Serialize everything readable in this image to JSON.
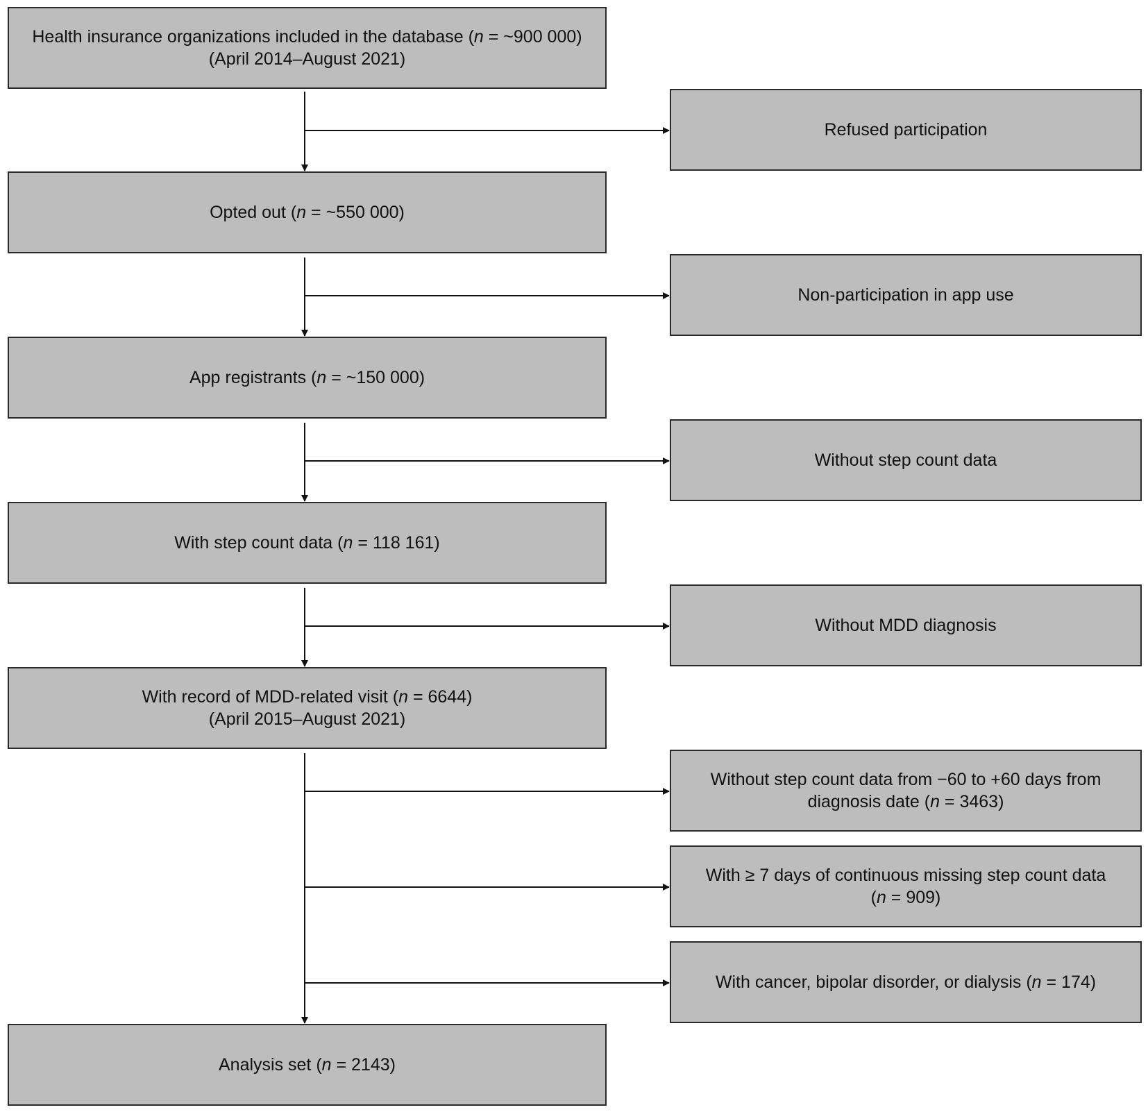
{
  "colors": {
    "box_fill": "#bdbdbd",
    "box_border": "#2a2a2a",
    "line": "#111111",
    "text": "#111111"
  },
  "main_boxes": [
    {
      "id": "included",
      "lines": [
        [
          "Health insurance organizations included in the database (",
          {
            "i": "n"
          },
          " = ~900 000)"
        ],
        [
          "(April 2014–August 2021)"
        ]
      ]
    },
    {
      "id": "opted-out",
      "lines": [
        [
          "Opted out (",
          {
            "i": "n"
          },
          " = ~550 000)"
        ]
      ]
    },
    {
      "id": "registrants",
      "lines": [
        [
          "App registrants (",
          {
            "i": "n"
          },
          " = ~150 000)"
        ]
      ]
    },
    {
      "id": "with-steps",
      "lines": [
        [
          "With step count data (",
          {
            "i": "n"
          },
          " = 118 161)"
        ]
      ]
    },
    {
      "id": "mdd-visit",
      "lines": [
        [
          "With record of MDD-related visit (",
          {
            "i": "n"
          },
          " = 6644)"
        ],
        [
          "(April 2015–August 2021)"
        ]
      ]
    },
    {
      "id": "analysis-set",
      "lines": [
        [
          "Analysis set (",
          {
            "i": "n"
          },
          " = 2143)"
        ]
      ]
    }
  ],
  "exclusion_boxes": [
    {
      "id": "refused",
      "lines": [
        [
          "Refused participation"
        ]
      ]
    },
    {
      "id": "non-participation",
      "lines": [
        [
          "Non-participation in app use"
        ]
      ]
    },
    {
      "id": "without-steps",
      "lines": [
        [
          "Without step count data"
        ]
      ]
    },
    {
      "id": "without-mdd",
      "lines": [
        [
          "Without MDD diagnosis"
        ]
      ]
    },
    {
      "id": "without-window",
      "lines": [
        [
          "Without step count data from −60 to +60 days from"
        ],
        [
          "diagnosis date (",
          {
            "i": "n"
          },
          " = 3463)"
        ]
      ]
    },
    {
      "id": "missing-7days",
      "lines": [
        [
          "With ≥ 7 days of continuous missing step count data"
        ],
        [
          "(",
          {
            "i": "n"
          },
          " = 909)"
        ]
      ]
    },
    {
      "id": "comorbid",
      "lines": [
        [
          "With cancer, bipolar disorder, or dialysis (",
          {
            "i": "n"
          },
          " = 174)"
        ]
      ]
    }
  ]
}
